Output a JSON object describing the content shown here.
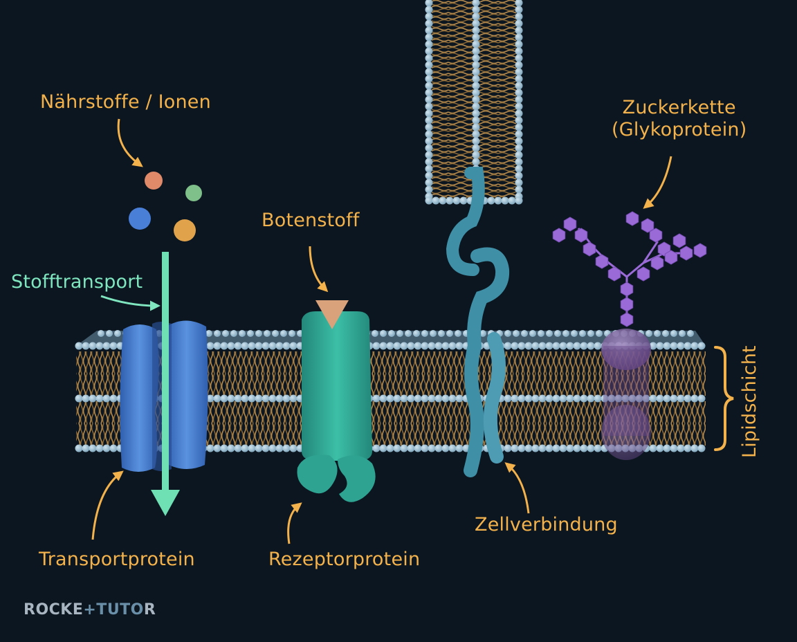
{
  "labels": {
    "nutrients": "Nährstoffe / Ionen",
    "transport": "Stofftransport",
    "messenger": "Botenstoff",
    "sugar_line1": "Zuckerkette",
    "sugar_line2": "(Glykoprotein)",
    "lipid": "Lipidschicht",
    "transport_protein": "Transportprotein",
    "receptor_protein": "Rezeptorprotein",
    "cell_junction": "Zellverbindung"
  },
  "brand": {
    "part1": "ROCKE",
    "part2": "+TUTO",
    "part3": "R"
  },
  "colors": {
    "background": "#0c1620",
    "label": "#f3b24b",
    "label_transport": "#7fe6bf",
    "lipid_head": "#8fb8cf",
    "lipid_tail": "#b48a4d",
    "transport_protein": "#3f78c8",
    "receptor_protein": "#2fa391",
    "junction_protein": "#3f8fa6",
    "glycoprotein": "#6a4a8a",
    "sugar": "#9a6ad6",
    "messenger": "#d9a27a",
    "arrow_transport": "#6fe0b4"
  },
  "particles": [
    {
      "color": "#e08a6a"
    },
    {
      "color": "#7fc08a"
    },
    {
      "color": "#4a7fd8"
    },
    {
      "color": "#e0a24a"
    }
  ]
}
